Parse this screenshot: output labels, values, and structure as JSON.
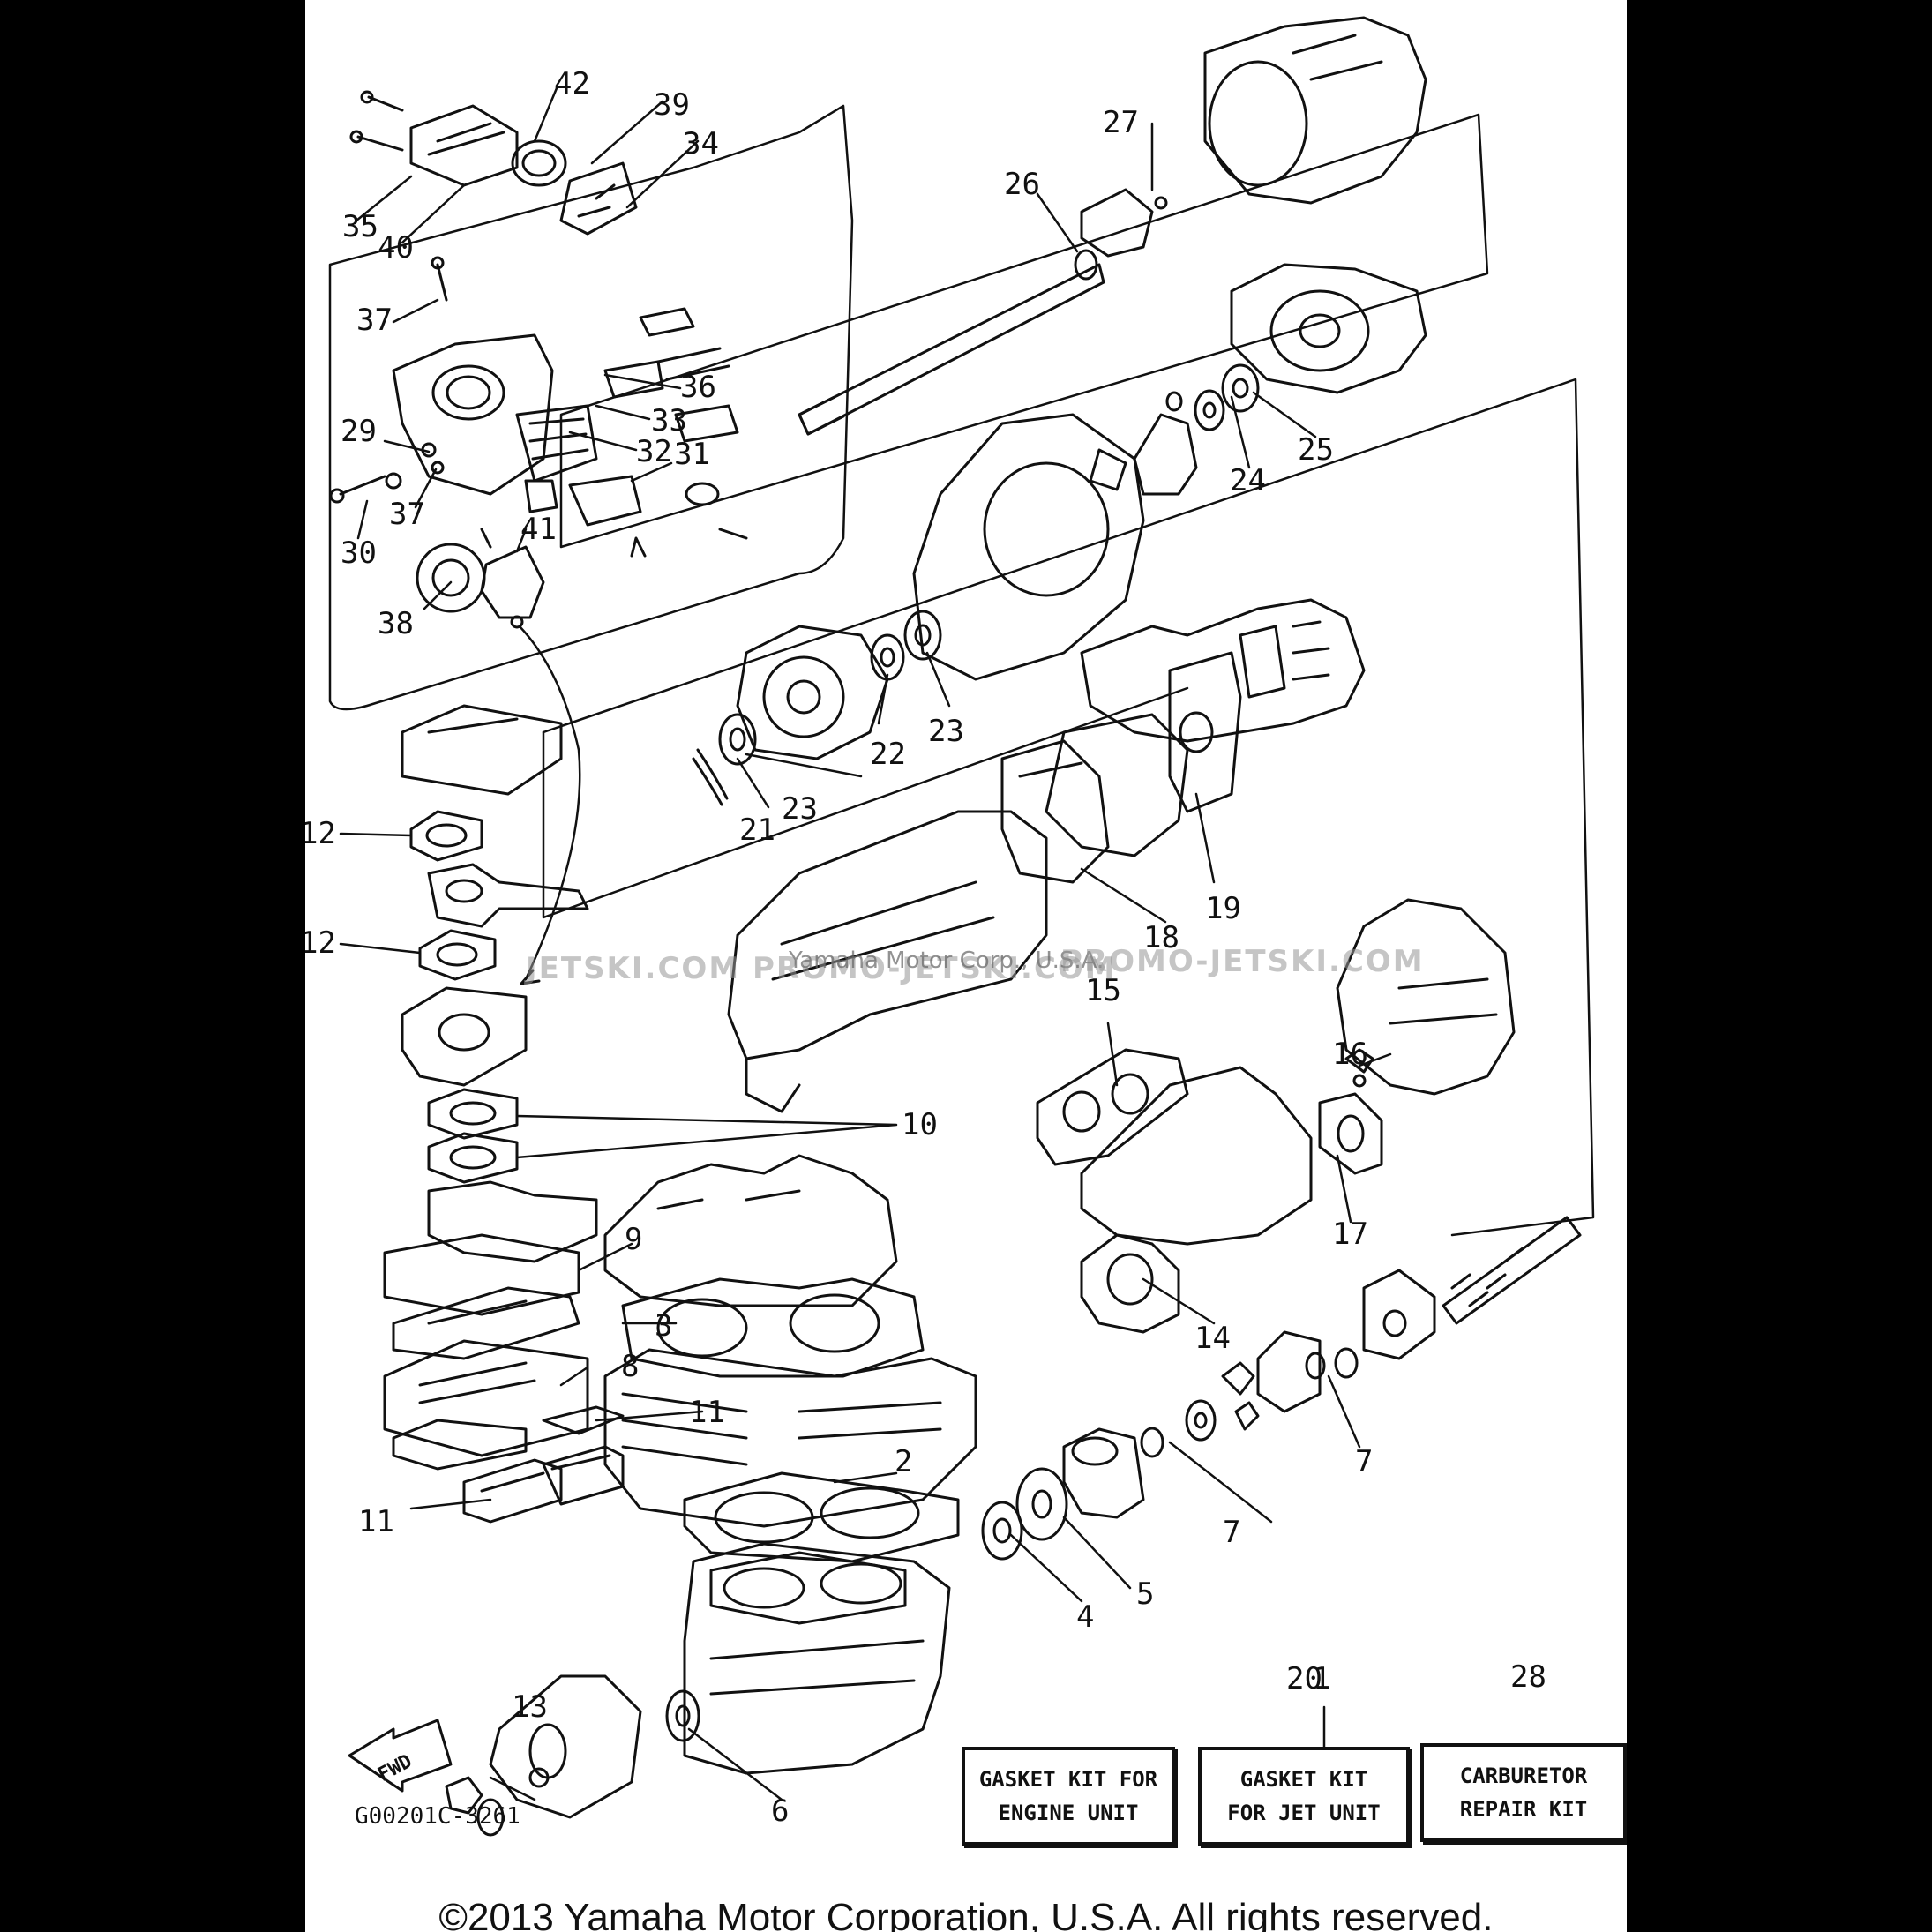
{
  "diagram": {
    "callouts": [
      {
        "id": "c42",
        "text": "42"
      },
      {
        "id": "c39",
        "text": "39"
      },
      {
        "id": "c34",
        "text": "34"
      },
      {
        "id": "c35",
        "text": "35"
      },
      {
        "id": "c40",
        "text": "40"
      },
      {
        "id": "c37a",
        "text": "37"
      },
      {
        "id": "c36",
        "text": "36"
      },
      {
        "id": "c33",
        "text": "33"
      },
      {
        "id": "c29",
        "text": "29"
      },
      {
        "id": "c32",
        "text": "32"
      },
      {
        "id": "c31",
        "text": "31"
      },
      {
        "id": "c37b",
        "text": "37"
      },
      {
        "id": "c30",
        "text": "30"
      },
      {
        "id": "c41",
        "text": "41"
      },
      {
        "id": "c38",
        "text": "38"
      },
      {
        "id": "c27",
        "text": "27"
      },
      {
        "id": "c26",
        "text": "26"
      },
      {
        "id": "c24",
        "text": "24"
      },
      {
        "id": "c25",
        "text": "25"
      },
      {
        "id": "c22",
        "text": "22"
      },
      {
        "id": "c23a",
        "text": "23"
      },
      {
        "id": "c21",
        "text": "21"
      },
      {
        "id": "c23b",
        "text": "23"
      },
      {
        "id": "c19",
        "text": "19"
      },
      {
        "id": "c18",
        "text": "18"
      },
      {
        "id": "c12a",
        "text": "12"
      },
      {
        "id": "c12b",
        "text": "12"
      },
      {
        "id": "c15",
        "text": "15"
      },
      {
        "id": "c16",
        "text": "16"
      },
      {
        "id": "c10",
        "text": "10"
      },
      {
        "id": "c17",
        "text": "17"
      },
      {
        "id": "c9",
        "text": "9"
      },
      {
        "id": "c3",
        "text": "3"
      },
      {
        "id": "c14",
        "text": "14"
      },
      {
        "id": "c8",
        "text": "8"
      },
      {
        "id": "c11a",
        "text": "11"
      },
      {
        "id": "c7a",
        "text": "7"
      },
      {
        "id": "c2",
        "text": "2"
      },
      {
        "id": "c11b",
        "text": "11"
      },
      {
        "id": "c7b",
        "text": "7"
      },
      {
        "id": "c5",
        "text": "5"
      },
      {
        "id": "c4",
        "text": "4"
      },
      {
        "id": "c1",
        "text": "1"
      },
      {
        "id": "c20",
        "text": "20"
      },
      {
        "id": "c28",
        "text": "28"
      },
      {
        "id": "c13",
        "text": "13"
      },
      {
        "id": "c6",
        "text": "6"
      }
    ],
    "kits": [
      {
        "id": "k1",
        "line1": "GASKET KIT FOR",
        "line2": "ENGINE UNIT"
      },
      {
        "id": "k20",
        "line1": "GASKET KIT",
        "line2": "FOR JET UNIT"
      },
      {
        "id": "k28",
        "line1": "CARBURETOR",
        "line2": "REPAIR KIT"
      }
    ],
    "fwd_label": "FWD",
    "diagram_code": "G00201C-3261",
    "watermark_left": "JETSKI.COM   PROMO-JETSKI.COM",
    "watermark_center": "Yamaha Motor Corp., U.S.A.",
    "watermark_right": "PROMO-JETSKI.COM",
    "copyright": "©2013 Yamaha Motor Corporation, U.S.A. All rights reserved."
  }
}
